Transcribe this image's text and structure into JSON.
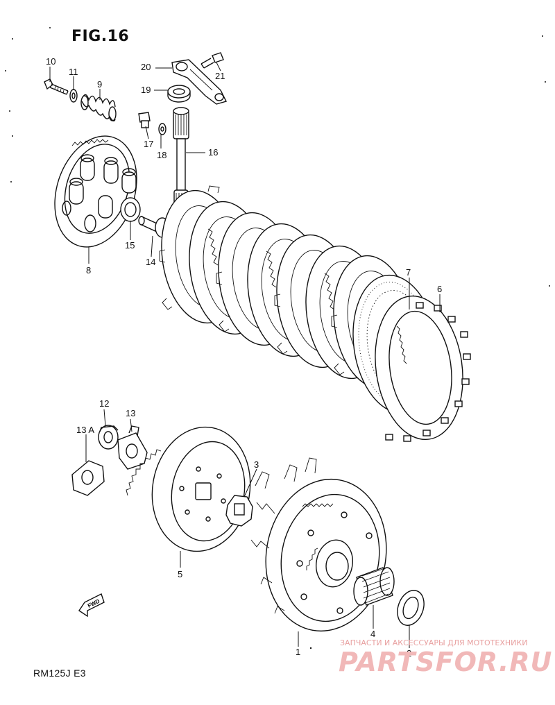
{
  "figure": {
    "title": "FIG.16",
    "model_code": "RM125J  E3"
  },
  "parts": {
    "p1": "1",
    "p2": "2",
    "p3": "3",
    "p4": "4",
    "p5": "5",
    "p6": "6",
    "p7": "7",
    "p8": "8",
    "p9": "9",
    "p10": "10",
    "p11": "11",
    "p12": "12",
    "p13": "13",
    "p13a": "13 A",
    "p14": "14",
    "p15": "15",
    "p16": "16",
    "p17": "17",
    "p18": "18",
    "p19": "19",
    "p20": "20",
    "p21": "21"
  },
  "direction_marker": "FWD",
  "watermark": {
    "caption": "ЗАПЧАСТИ И АКСЕССУАРЫ ДЛЯ МОТОТЕХНИКИ",
    "logo": "PARTSFOR.RU"
  }
}
